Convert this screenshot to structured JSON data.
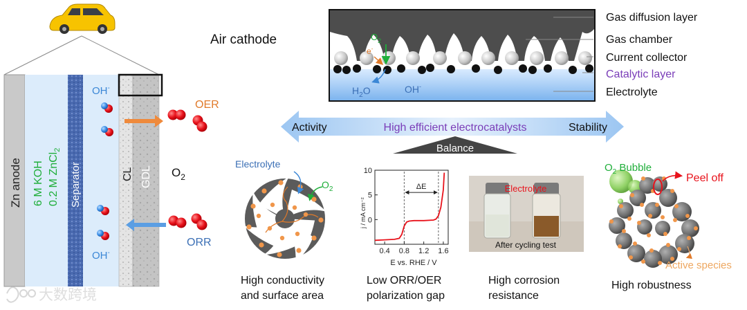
{
  "battery": {
    "anode": "Zn anode",
    "electrolyte_line1": "6 M KOH",
    "electrolyte_line2_main": "0.2 M ZnCl",
    "electrolyte_line2_sub": "2",
    "separator": "Separator",
    "cl": "CL",
    "gdl": "GDL",
    "o2_main": "O",
    "o2_sub": "2",
    "oh_top": "OH",
    "oh_bottom": "OH",
    "oh_sup": "-",
    "oer": "OER",
    "orr": "ORR"
  },
  "cathode": {
    "title": "Air cathode",
    "o2_main": "O",
    "o2_sub": "2",
    "electron": "e",
    "electron_sup": "-",
    "h2o_main": "H",
    "h2o_sub": "2",
    "h2o_end": "O",
    "oh_main": "OH",
    "oh_sup": "-",
    "labels": {
      "gdl": "Gas diffusion layer",
      "chamber": "Gas chamber",
      "collector": "Current collector",
      "catalytic": "Catalytic layer",
      "electrolyte": "Electrolyte"
    }
  },
  "balance": {
    "left": "Activity",
    "center": "High efficient electrocatalysts",
    "right": "Stability",
    "fulcrum": "Balance"
  },
  "panels": {
    "conductivity": {
      "electrolyte": "Electrolyte",
      "o2_main": "O",
      "o2_sub": "2",
      "caption_line1": "High conductivity",
      "caption_line2": "and surface area"
    },
    "polarization": {
      "y_label": "j / mA cm⁻²",
      "x_label": "E vs. RHE / V",
      "delta": "ΔE",
      "caption_line1": "Low ORR/OER",
      "caption_line2": "polarization gap"
    },
    "corrosion": {
      "photo_label": "Electrolyte",
      "photo_caption": "After cycling test",
      "caption_line1": "High corrosion",
      "caption_line2": "resistance"
    },
    "robustness": {
      "bubble_main": "O",
      "bubble_sub": "2",
      "bubble_rest": " Bubble",
      "peel": "Peel off",
      "species": "Active species",
      "caption": "High robustness"
    }
  },
  "watermark": "大数跨境",
  "chart_data": {
    "type": "line",
    "title": "",
    "xlabel": "E vs. RHE / V",
    "ylabel": "j / mA cm⁻²",
    "xlim": [
      0.2,
      1.7
    ],
    "ylim": [
      -5,
      10
    ],
    "xticks": [
      "0.4",
      "0.8",
      "1.2",
      "1.6"
    ],
    "yticks": [
      "10",
      "5",
      "0"
    ],
    "series": [
      {
        "x": [
          0.2,
          0.4,
          0.6,
          0.7,
          0.75,
          0.8,
          0.85,
          0.9,
          1.0,
          1.2,
          1.4,
          1.45,
          1.5,
          1.55,
          1.6,
          1.62
        ],
        "y": [
          -4.2,
          -4.1,
          -4.0,
          -3.8,
          -3.0,
          -1.3,
          -0.5,
          -0.3,
          -0.2,
          -0.2,
          -0.1,
          0.1,
          0.8,
          2.5,
          6.0,
          9.5
        ]
      }
    ],
    "annotations": [
      {
        "text": "ΔE",
        "from": 0.8,
        "to": 1.5,
        "y": 5.5
      }
    ],
    "dashed_lines_x": [
      0.8,
      1.5
    ]
  }
}
